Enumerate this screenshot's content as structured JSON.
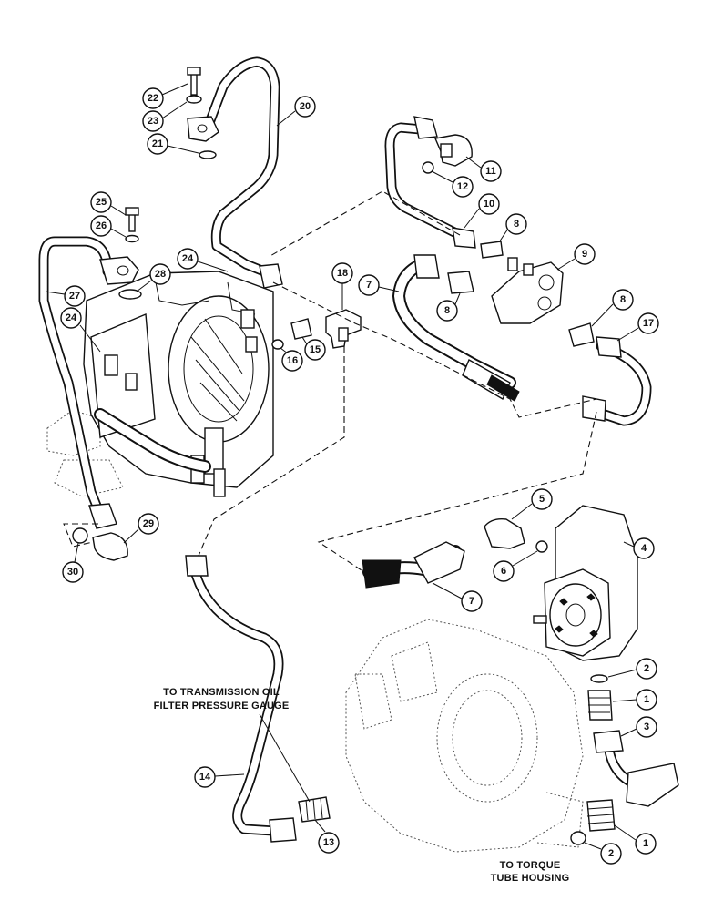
{
  "callouts": {
    "c1a": "1",
    "c1b": "1",
    "c2a": "2",
    "c2b": "2",
    "c3": "3",
    "c4": "4",
    "c5": "5",
    "c6": "6",
    "c7a": "7",
    "c7b": "7",
    "c8a": "8",
    "c8b": "8",
    "c8c": "8",
    "c9": "9",
    "c10": "10",
    "c11": "11",
    "c12": "12",
    "c13": "13",
    "c14": "14",
    "c15": "15",
    "c16": "16",
    "c17": "17",
    "c18": "18",
    "c20": "20",
    "c21": "21",
    "c22": "22",
    "c23": "23",
    "c24a": "24",
    "c24b": "24",
    "c25": "25",
    "c26": "26",
    "c27": "27",
    "c28": "28",
    "c29": "29",
    "c30": "30"
  },
  "notes": {
    "transmission_line1": "TO TRANSMISSION OIL",
    "transmission_line2": "FILTER PRESSURE GAUGE",
    "torque_line1": "TO TORQUE",
    "torque_line2": "TUBE HOUSING"
  }
}
